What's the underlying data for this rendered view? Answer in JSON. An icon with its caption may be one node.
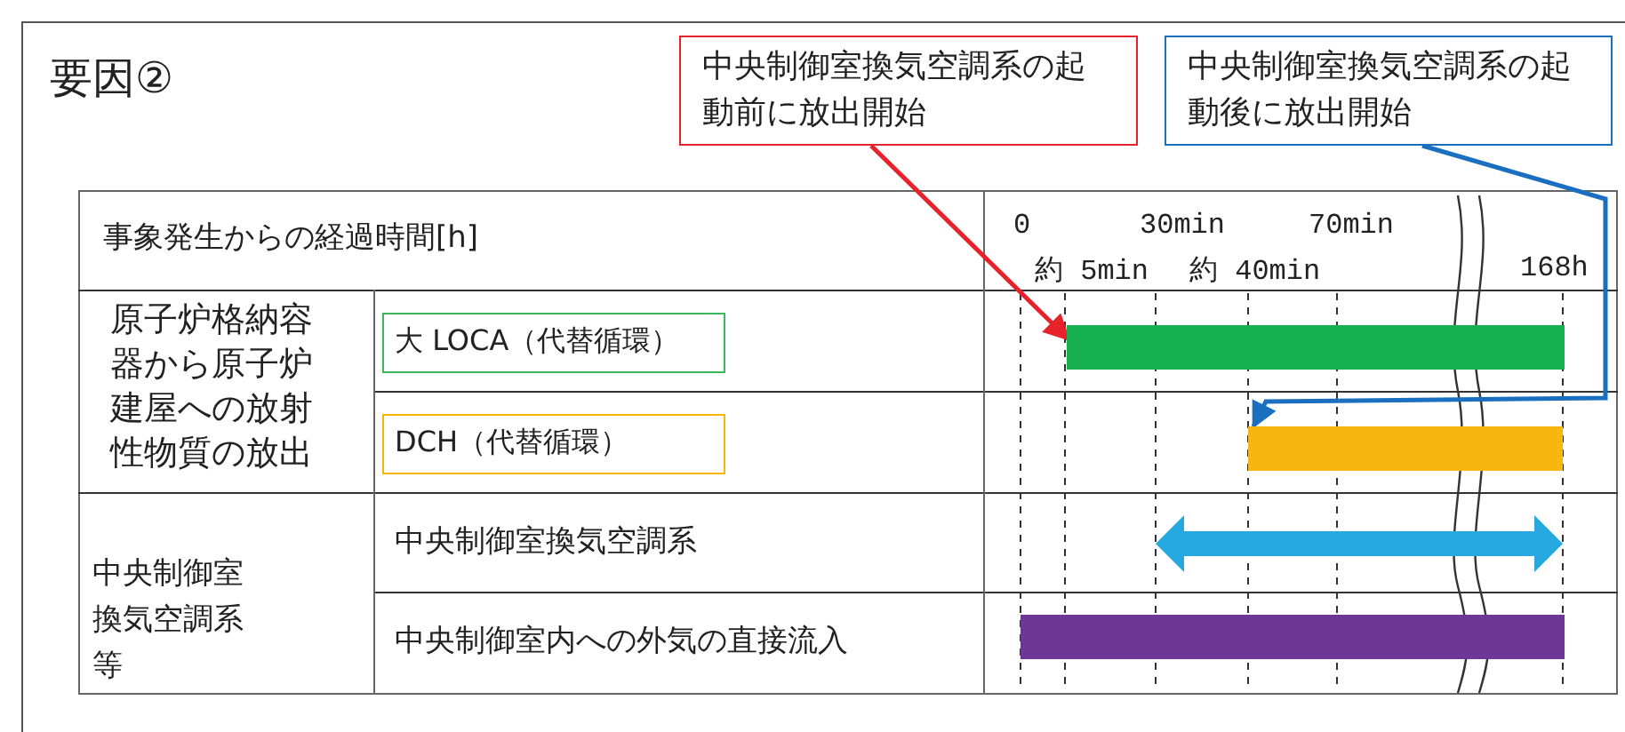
{
  "diagram": {
    "title": "要因②",
    "nodes": [
      {
        "text": [
          "中央制御室換気空調系の起動前に放出開始"
        ]
      },
      {
        "text": [
          "中央制御室換気空調系の起動後に放出開始"
        ]
      },
      {
        "text": [
          "大 LOCA（代替循環）"
        ]
      },
      {
        "text": [
          "DCH（代替循環）"
        ]
      },
      {
        "text": [],
        "shape": "bar"
      },
      {
        "text": [],
        "shape": "bar"
      }
    ],
    "edges": [
      {
        "from": 0,
        "to": 4,
        "arrow": "to",
        "color": "#e8222a"
      },
      {
        "from": 1,
        "to": 5,
        "arrow": "to",
        "color": "#1a6fc0"
      }
    ],
    "labels": [
      "事象発生からの経過時間[h]",
      "0",
      "30min",
      "70min",
      "約 5min",
      "約 40min",
      "168h",
      "原子炉格納容器から原子炉建屋への放射性物質の放出",
      "中央制御室換気空調系等",
      "中央制御室換気空調系",
      "中央制御室内への外気の直接流入"
    ]
  }
}
